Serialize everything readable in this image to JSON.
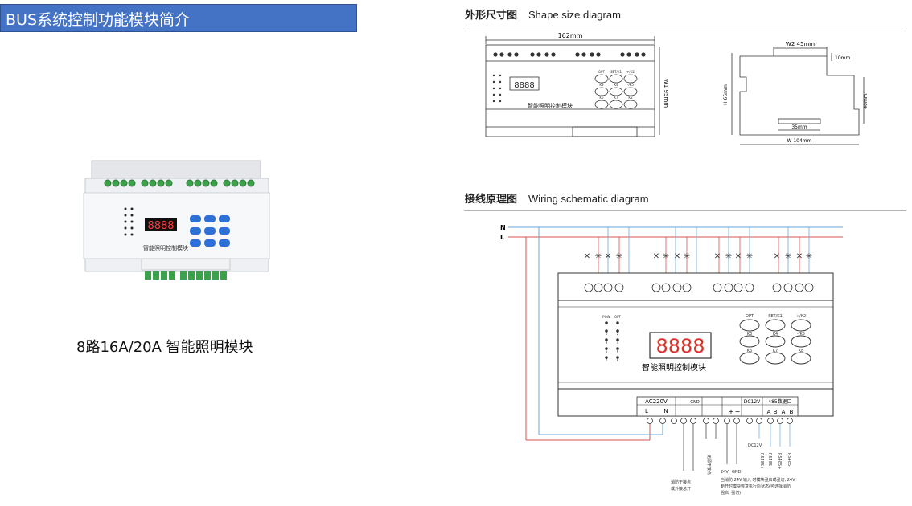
{
  "header": {
    "title": "BUS系统控制功能模块简介"
  },
  "product": {
    "caption": "8路16A/20A 智能照明模块",
    "display_digits": "8888",
    "panel_label": "智能照明控制模块"
  },
  "shape": {
    "title_cn": "外形尺寸图",
    "title_en": "Shape size diagram",
    "width_label": "162mm",
    "side_label": "W1  95mm",
    "panel_label": "智能照明控制模块",
    "display": "8888",
    "btn_labels": [
      "OPT",
      "SET/K1",
      "+/K2",
      "K3",
      "K4",
      "-/K5",
      "K6",
      "K7",
      "K8"
    ],
    "profile": {
      "w2": "W2  45mm",
      "top": "10mm",
      "h": "H  66mm",
      "right": "40mm",
      "rail": "35mm",
      "w": "W  104mm"
    }
  },
  "wiring": {
    "title_cn": "接线原理图",
    "title_en": "Wiring schematic diagram",
    "n_label": "N",
    "l_label": "L",
    "panel_label": "智能照明控制模块",
    "display": "8888",
    "left_led_labels": [
      "POW",
      "1",
      "3",
      "5",
      "7"
    ],
    "right_led_labels": [
      "OPT",
      "2",
      "4",
      "6",
      "8"
    ],
    "btn_labels": [
      "OPT",
      "SET/K1",
      "+/K2",
      "K3",
      "K4",
      "-/K5",
      "K6",
      "K7",
      "K8"
    ],
    "terminals": {
      "ac": "AC220V",
      "l": "L",
      "n": "N",
      "gnd": "GND",
      "dc": "DC12V",
      "rs": "485数据口",
      "plus": "+",
      "minus": "−",
      "a": "A",
      "b": "B"
    },
    "bottom_labels": {
      "dc12v": "DC12V",
      "rs1": "RS485+",
      "rs2": "RS485-",
      "rs3": "RS485+",
      "rs4": "RS485-",
      "dry": "无源干接点",
      "v24": "24V",
      "gnd": "GND",
      "fire_line1": "消防干接点",
      "fire_line2": "或外接总开",
      "note_line1": "当消防 24V 输入 时模块强启或强切, 24V",
      "note_line2": "断开时模块恢复执行原状态(可选择消防",
      "note_line3": "强启, 强切)"
    }
  }
}
